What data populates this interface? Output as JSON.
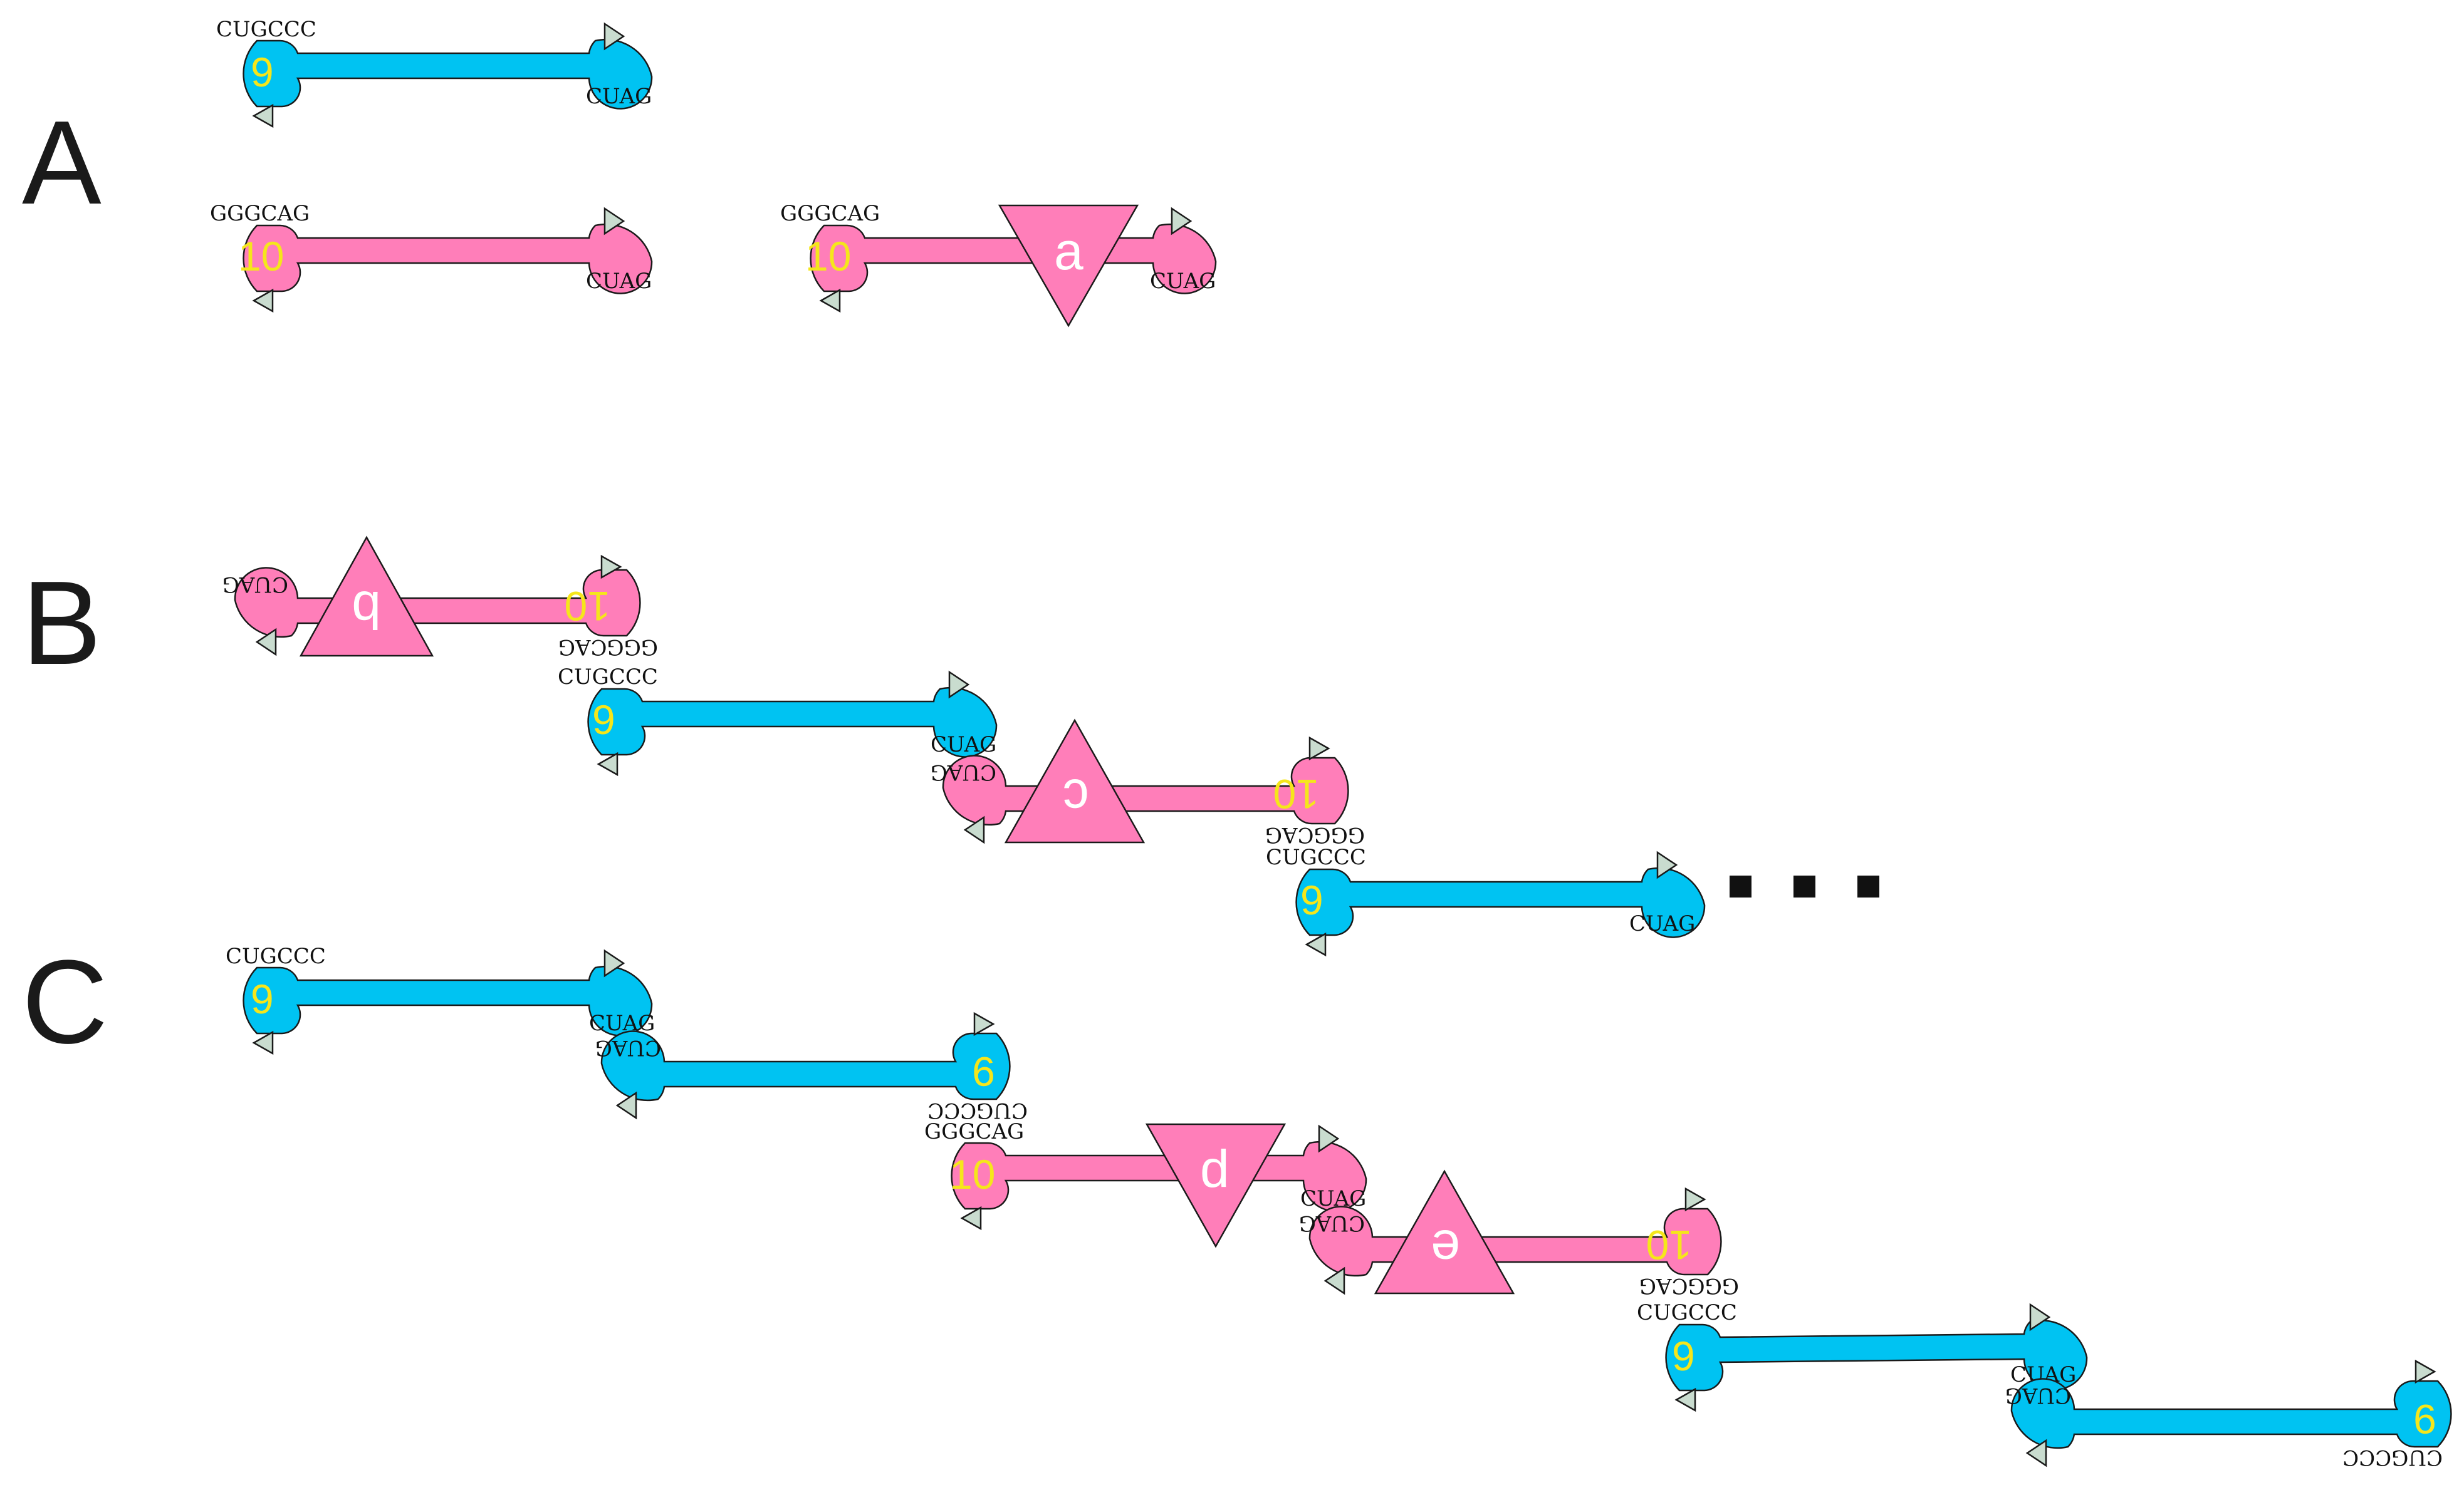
{
  "colors": {
    "blue": "#00c3f2",
    "pink": "#ff7eb9",
    "number": "#f5e61b",
    "letter": "#ffffff"
  },
  "panels": {
    "a": "A",
    "b": "B",
    "c": "C"
  },
  "labels": {
    "blue_5p": "CUGCCC",
    "pink_5p": "GGGCAG",
    "cuag": "CUAG",
    "num_blue": "9",
    "num_pink": "10",
    "insert_a": "a",
    "insert_b": "b",
    "insert_c": "c",
    "insert_d": "d",
    "insert_e": "e"
  },
  "ellipsis": "..."
}
